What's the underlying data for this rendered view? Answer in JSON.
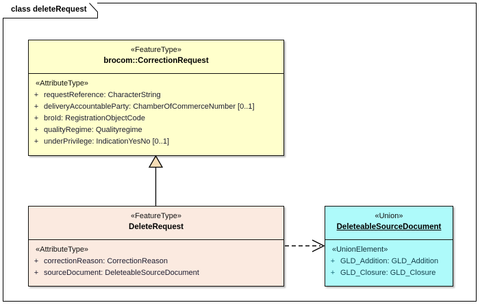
{
  "frame": {
    "label": "class deleteRequest"
  },
  "classes": [
    {
      "id": "correction-request",
      "stereotype": "«FeatureType»",
      "name": "brocom::CorrectionRequest",
      "section_stereotype": "«AttributeType»",
      "attributes": [
        {
          "visibility": "+",
          "text": "requestReference: CharacterString"
        },
        {
          "visibility": "+",
          "text": "deliveryAccountableParty: ChamberOfCommerceNumber [0..1]"
        },
        {
          "visibility": "+",
          "text": "broId: RegistrationObjectCode"
        },
        {
          "visibility": "+",
          "text": "qualityRegime: Qualityregime"
        },
        {
          "visibility": "+",
          "text": "underPrivilege: IndicationYesNo [0..1]"
        }
      ],
      "fill_color": "#ffffcc"
    },
    {
      "id": "delete-request",
      "stereotype": "«FeatureType»",
      "name": "DeleteRequest",
      "section_stereotype": "«AttributeType»",
      "attributes": [
        {
          "visibility": "+",
          "text": "correctionReason: CorrectionReason"
        },
        {
          "visibility": "+",
          "text": "sourceDocument: DeleteableSourceDocument"
        }
      ],
      "fill_color": "#fbeae0"
    },
    {
      "id": "deleteable-source-document",
      "stereotype": "«Union»",
      "name": "DeleteableSourceDocument",
      "section_stereotype": "«UnionElement»",
      "attributes": [
        {
          "visibility": "+",
          "text": "GLD_Addition: GLD_Addition"
        },
        {
          "visibility": "+",
          "text": "GLD_Closure: GLD_Closure"
        }
      ],
      "fill_color": "#aefafa"
    }
  ],
  "connectors": [
    {
      "id": "generalization",
      "type": "generalization",
      "from": "delete-request",
      "to": "correction-request",
      "arrow": "hollow-triangle",
      "line": "solid"
    },
    {
      "id": "dependency",
      "type": "dependency",
      "from": "delete-request",
      "to": "deleteable-source-document",
      "arrow": "open-arrow",
      "line": "dashed"
    }
  ],
  "colors": {
    "border": "#12120f",
    "triangle_fill": "#f5ddb6",
    "frame_line": "#000000"
  }
}
